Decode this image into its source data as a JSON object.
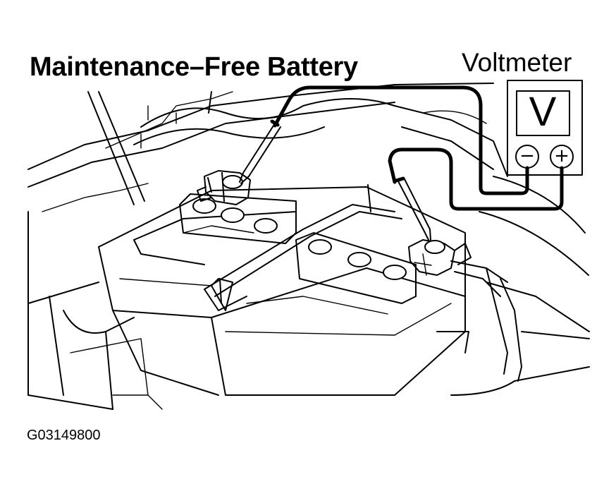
{
  "figure": {
    "title": "Maintenance–Free Battery",
    "meter_label": "Voltmeter",
    "meter_display": "V",
    "negative_symbol": "−",
    "positive_symbol": "+",
    "figure_id": "G03149800"
  },
  "icons": {
    "battery": "battery-illustration",
    "meter": "voltmeter-icon",
    "probe": "test-probe-icon"
  }
}
